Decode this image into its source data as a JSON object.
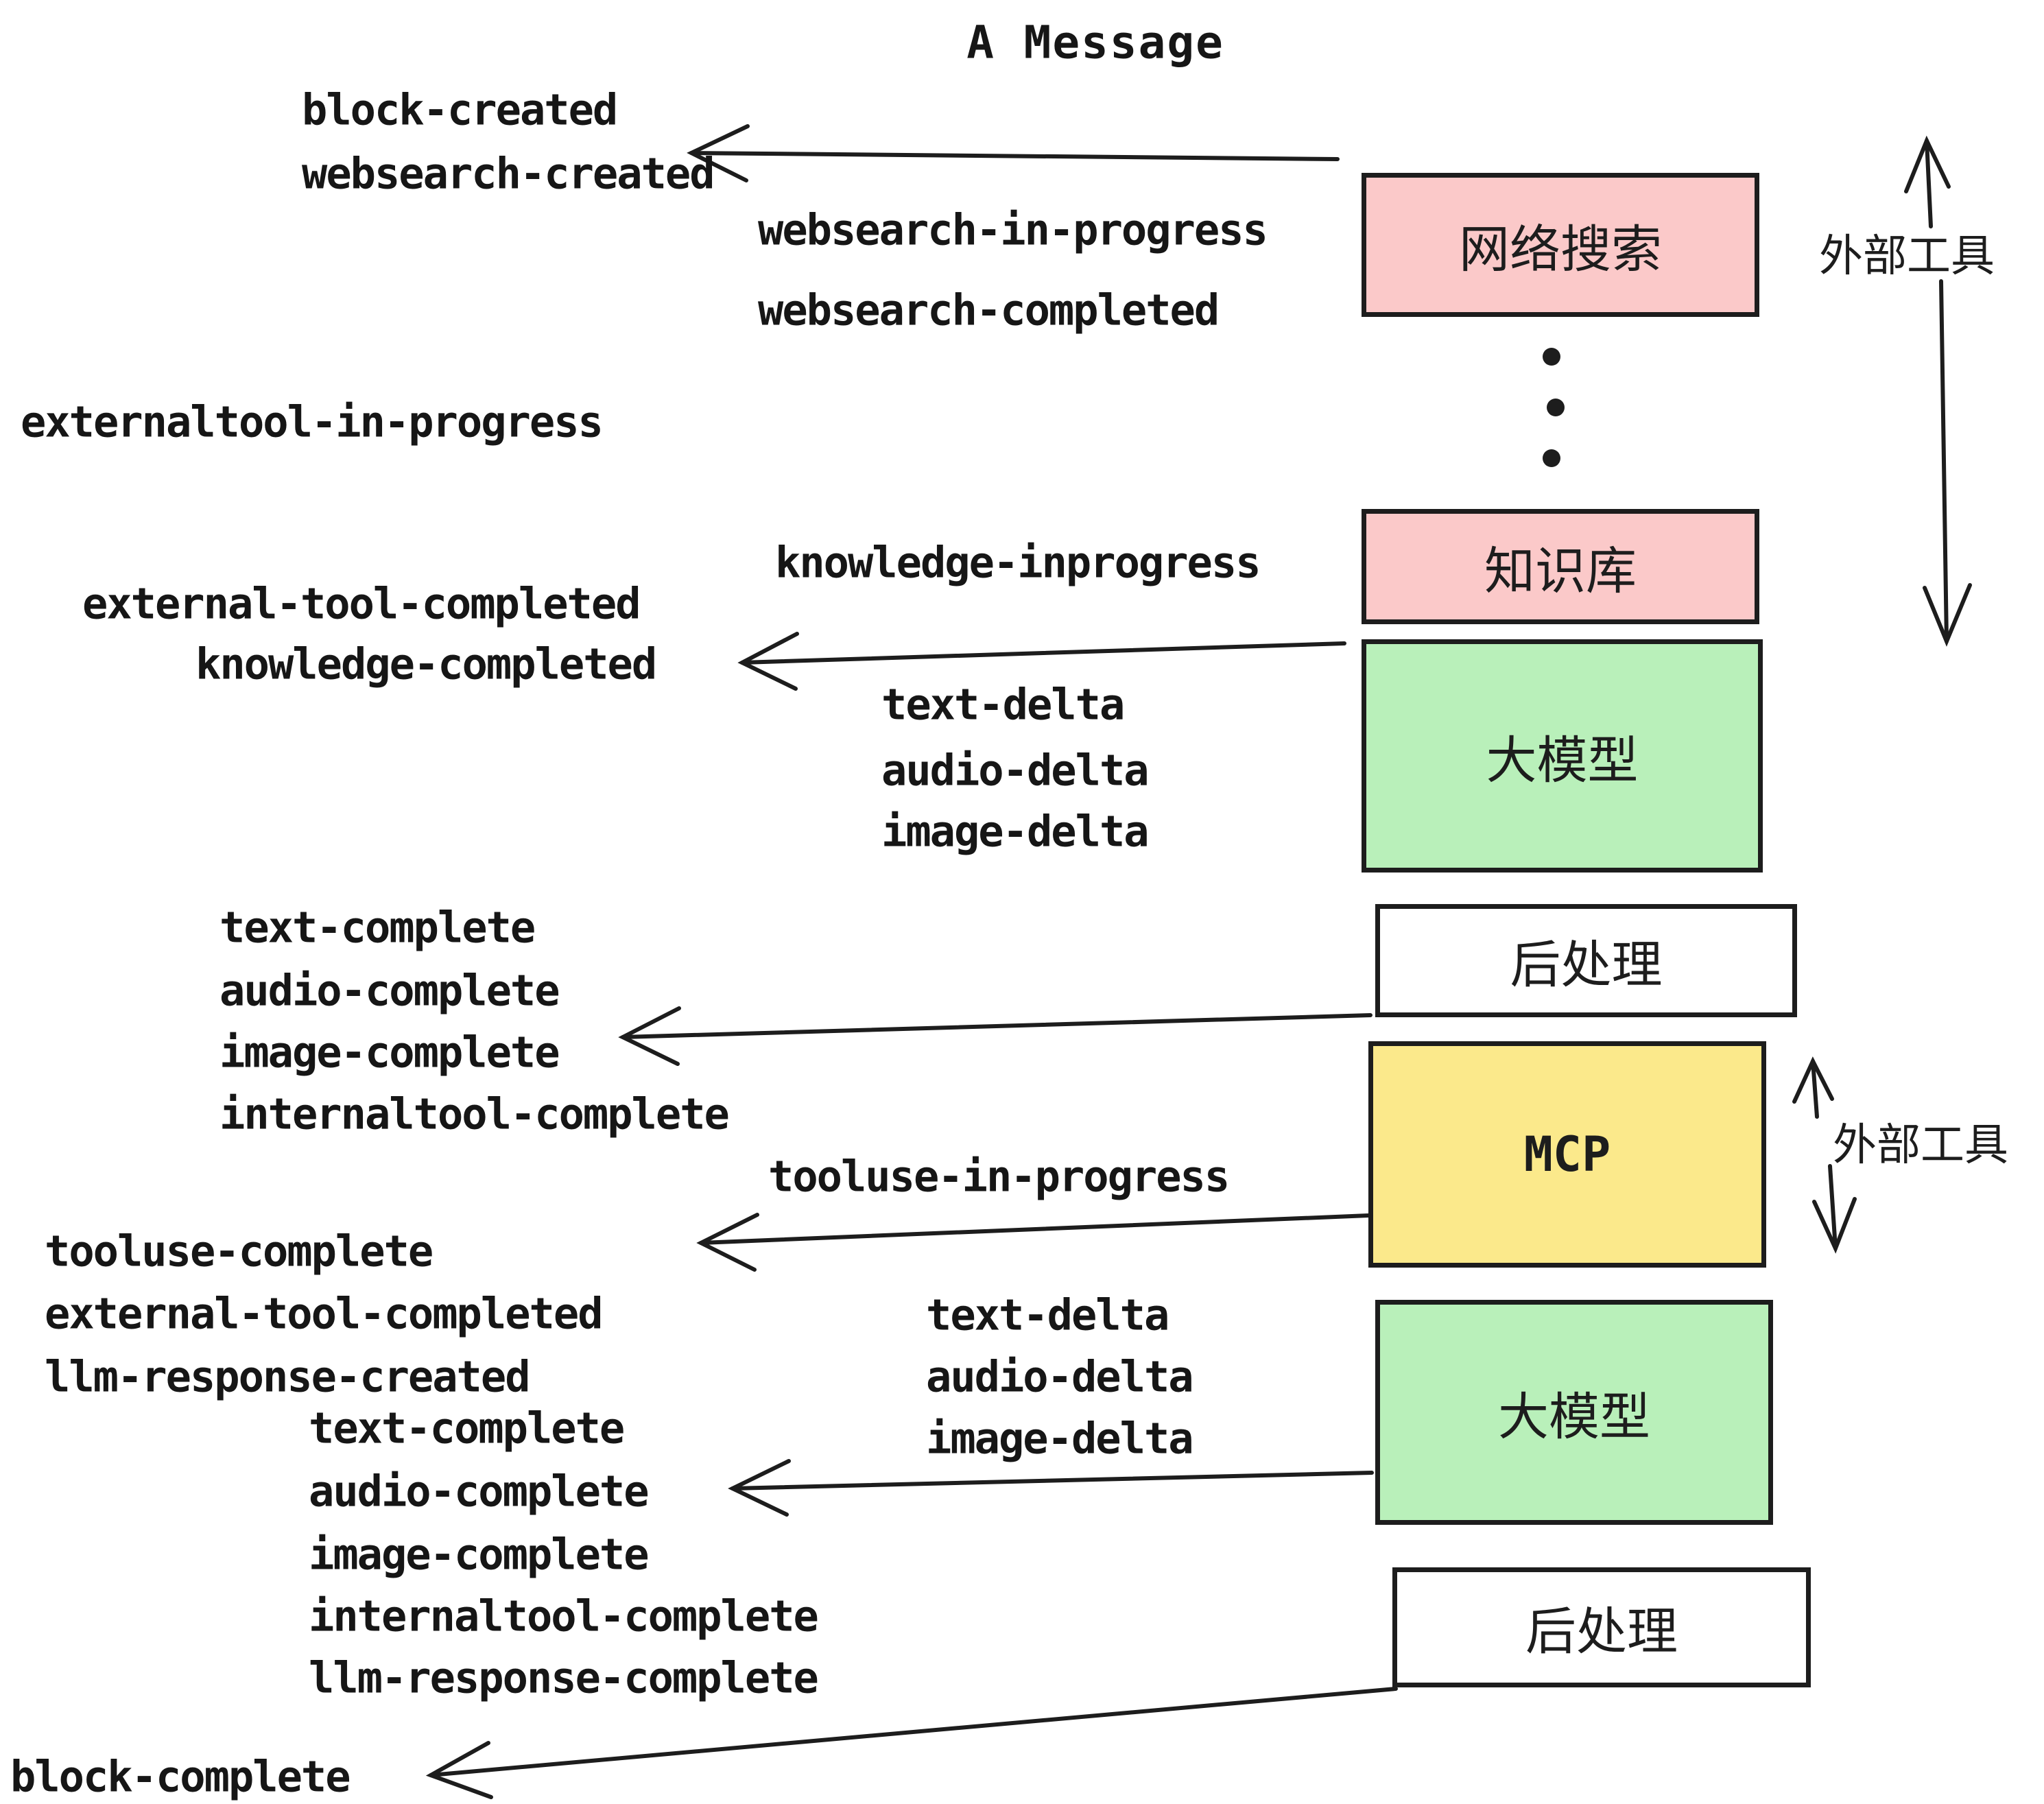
{
  "title": "A Message",
  "colors": {
    "background": "#ffffff",
    "ink": "#1d1d1d",
    "box_pink": "#fbc9c9",
    "box_green": "#b9f0ba",
    "box_yellow": "#fbe98b",
    "box_white": "#ffffff"
  },
  "boxes": {
    "websearch": "网络搜索",
    "knowledge": "知识库",
    "llm_top": "大模型",
    "post_top": "后处理",
    "mcp": "MCP",
    "llm_bottom": "大模型",
    "post_bottom": "后处理"
  },
  "annotations": {
    "external_tools_top": "外部工具",
    "external_tools_mcp": "外部工具"
  },
  "events": {
    "block_created": "block-created",
    "websearch_created": "websearch-created",
    "websearch_in_progress": "websearch-in-progress",
    "websearch_completed": "websearch-completed",
    "externaltool_in_progress": "externaltool-in-progress",
    "knowledge_inprogress": "knowledge-inprogress",
    "external_tool_completed_1": "external-tool-completed",
    "knowledge_completed": "knowledge-completed",
    "text_delta_1": "text-delta",
    "audio_delta_1": "audio-delta",
    "image_delta_1": "image-delta",
    "text_complete_1": "text-complete",
    "audio_complete_1": "audio-complete",
    "image_complete_1": "image-complete",
    "internaltool_complete_1": "internaltool-complete",
    "tooluse_in_progress": "tooluse-in-progress",
    "tooluse_complete": "tooluse-complete",
    "external_tool_completed_2": "external-tool-completed",
    "llm_response_created": "llm-response-created",
    "text_complete_2": "text-complete",
    "audio_complete_2": "audio-complete",
    "image_complete_2": "image-complete",
    "internaltool_complete_2": "internaltool-complete",
    "llm_response_complete": "llm-response-complete",
    "block_complete": "block-complete"
  }
}
